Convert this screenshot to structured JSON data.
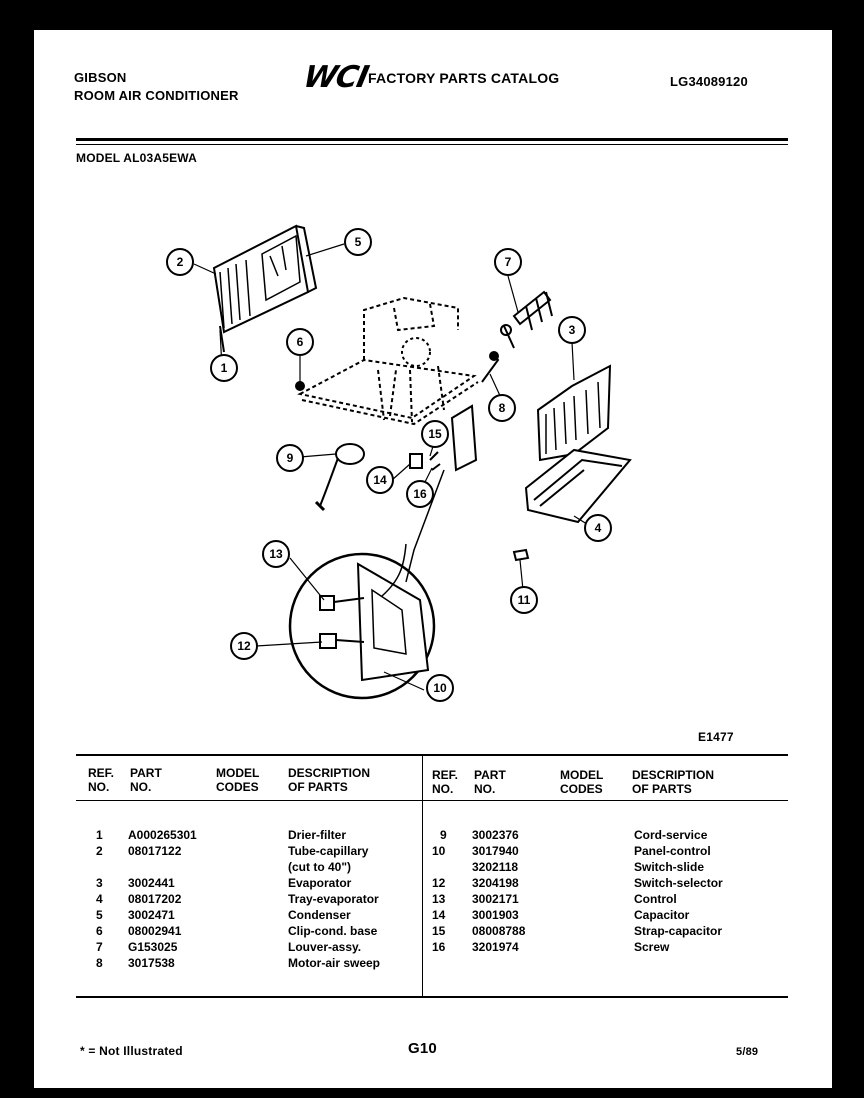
{
  "header": {
    "brand": "GIBSON",
    "product": "ROOM AIR CONDITIONER",
    "logo": "WCI",
    "catalog": "FACTORY PARTS CATALOG",
    "doc_number": "LG34089120",
    "model": "MODEL AL03A5EWA"
  },
  "diagram": {
    "figure_id": "E1477",
    "callouts": [
      "1",
      "2",
      "3",
      "4",
      "5",
      "6",
      "7",
      "8",
      "9",
      "10",
      "11",
      "12",
      "13",
      "14",
      "15",
      "16"
    ]
  },
  "table": {
    "headers": {
      "ref": [
        "REF.",
        "NO."
      ],
      "part": [
        "PART",
        "NO."
      ],
      "model": [
        "MODEL",
        "CODES"
      ],
      "desc": [
        "DESCRIPTION",
        "OF PARTS"
      ]
    },
    "left_rows": [
      {
        "ref": "1",
        "part": "A000265301",
        "model": "",
        "desc": "Drier-filter"
      },
      {
        "ref": "2",
        "part": "08017122",
        "model": "",
        "desc": "Tube-capillary"
      },
      {
        "ref": "",
        "part": "",
        "model": "",
        "desc": "(cut to 40\")"
      },
      {
        "ref": "3",
        "part": "3002441",
        "model": "",
        "desc": "Evaporator"
      },
      {
        "ref": "4",
        "part": "08017202",
        "model": "",
        "desc": "Tray-evaporator"
      },
      {
        "ref": "5",
        "part": "3002471",
        "model": "",
        "desc": "Condenser"
      },
      {
        "ref": "6",
        "part": "08002941",
        "model": "",
        "desc": "Clip-cond. base"
      },
      {
        "ref": "7",
        "part": "G153025",
        "model": "",
        "desc": "Louver-assy."
      },
      {
        "ref": "8",
        "part": "3017538",
        "model": "",
        "desc": "Motor-air sweep"
      }
    ],
    "right_rows": [
      {
        "ref": "9",
        "part": "3002376",
        "model": "",
        "desc": "Cord-service"
      },
      {
        "ref": "10",
        "part": "3017940",
        "model": "",
        "desc": "Panel-control"
      },
      {
        "ref": "",
        "part": "3202118",
        "model": "",
        "desc": "Switch-slide"
      },
      {
        "ref": "12",
        "part": "3204198",
        "model": "",
        "desc": "Switch-selector"
      },
      {
        "ref": "13",
        "part": "3002171",
        "model": "",
        "desc": "Control"
      },
      {
        "ref": "14",
        "part": "3001903",
        "model": "",
        "desc": "Capacitor"
      },
      {
        "ref": "15",
        "part": "08008788",
        "model": "",
        "desc": "Strap-capacitor"
      },
      {
        "ref": "16",
        "part": "3201974",
        "model": "",
        "desc": "Screw"
      }
    ]
  },
  "footer": {
    "note": "* = Not Illustrated",
    "page": "G10",
    "date": "5/89"
  }
}
